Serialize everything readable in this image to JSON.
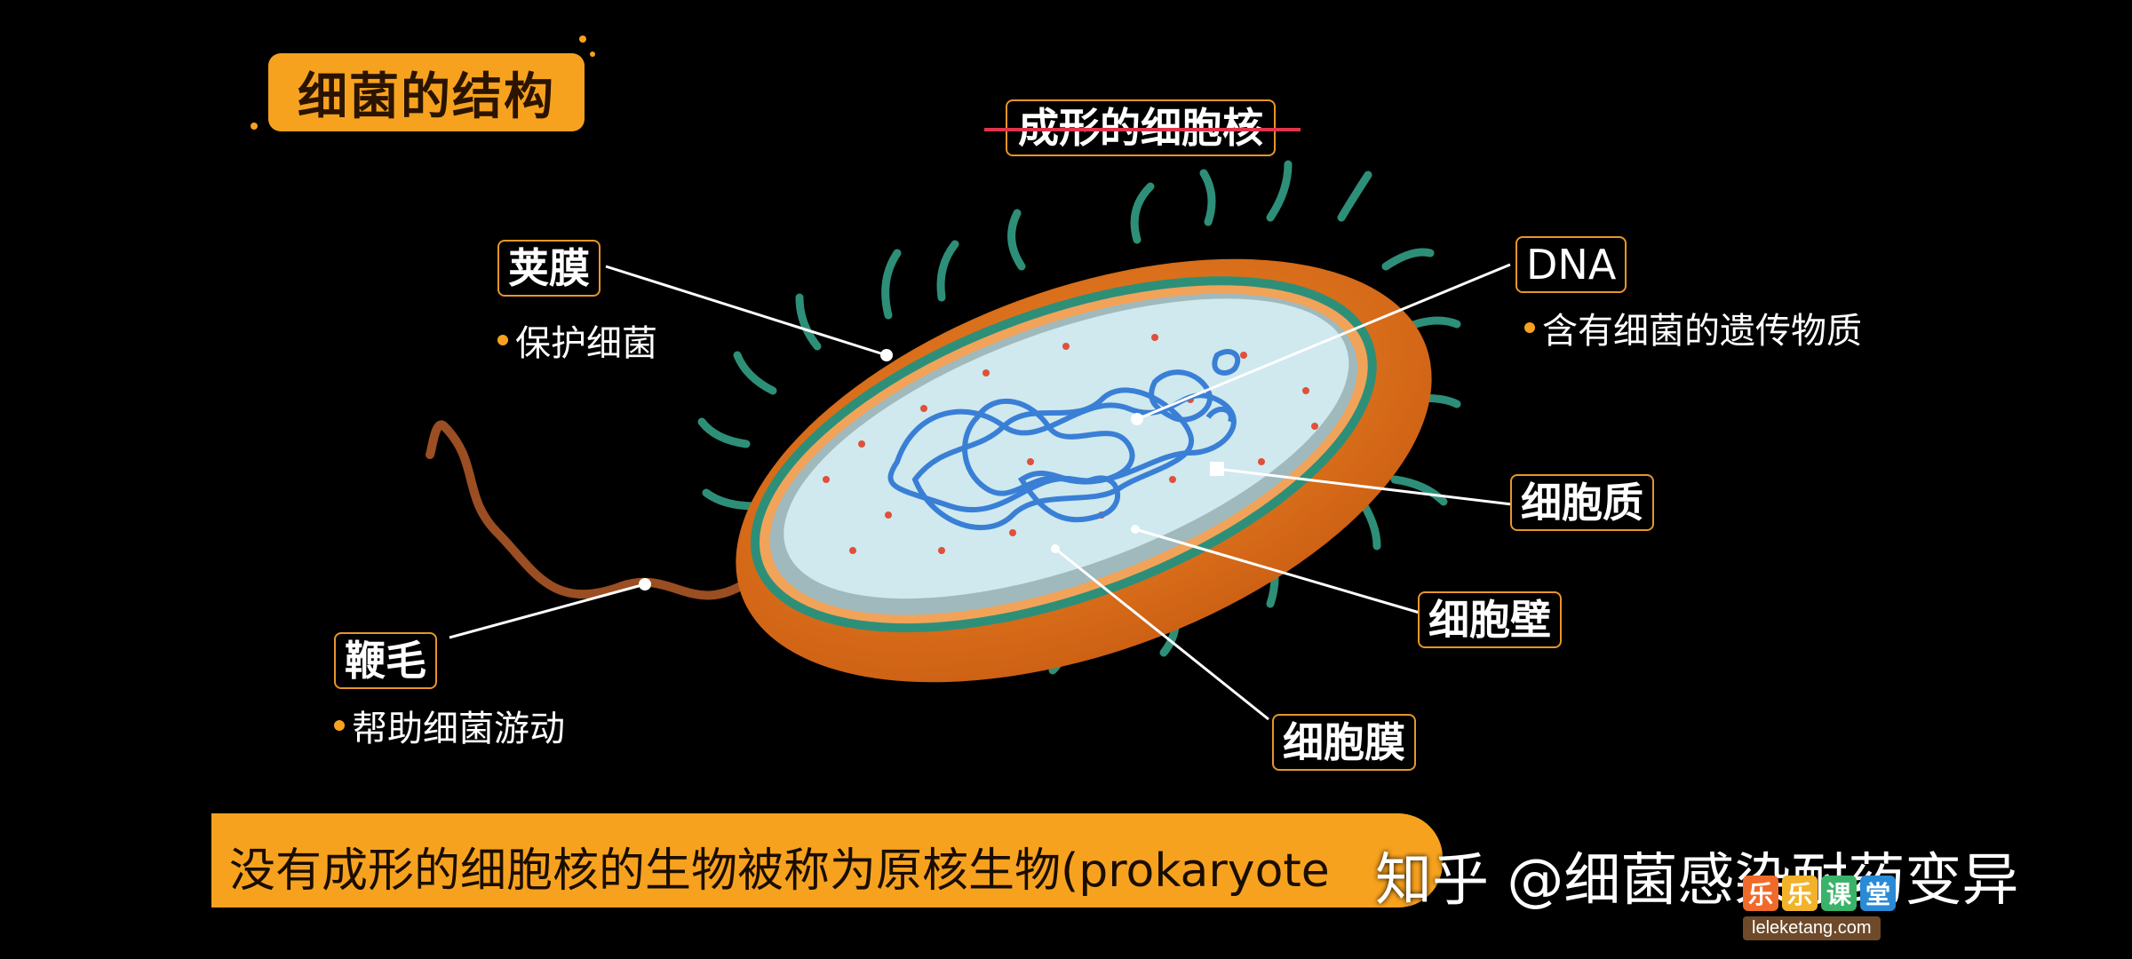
{
  "title": "细菌的结构",
  "nucleus_label": "成形的细胞核",
  "labels": {
    "capsule": "荚膜",
    "capsule_note": "保护细菌",
    "dna": "DNA",
    "dna_note": "含有细菌的遗传物质",
    "cytoplasm": "细胞质",
    "cell_wall": "细胞壁",
    "cell_membrane": "细胞膜",
    "flagellum": "鞭毛",
    "flagellum_note": "帮助细菌游动"
  },
  "banner": "没有成形的细胞核的生物被称为原核生物(prokaryote",
  "watermark": "知乎 @细菌感染耐药变异",
  "logo": {
    "chars": [
      "乐",
      "乐",
      "课",
      "堂"
    ],
    "url": "leleketang.com"
  },
  "colors": {
    "accent": "#f7a21e",
    "capsule": "#e0721a",
    "cytoplasm": "#cfe9ee",
    "dna": "#3a7fd6",
    "pili": "#2e8f78",
    "strike": "#e0344a"
  }
}
